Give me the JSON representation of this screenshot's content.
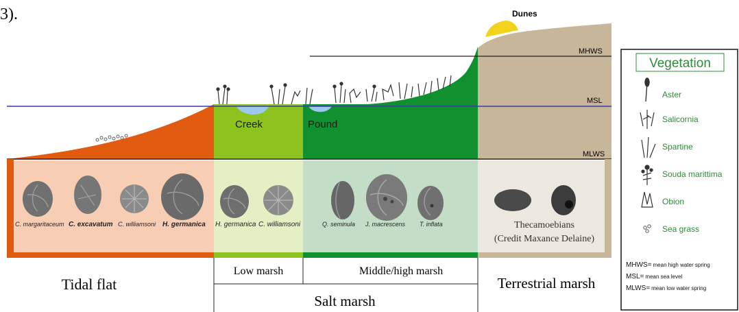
{
  "fragment_text": "3).",
  "levels": {
    "dunes": "Dunes",
    "mhws": "MHWS",
    "msl": "MSL",
    "mlws": "MLWS"
  },
  "water_features": {
    "creek": "Creek",
    "pound": "Pound"
  },
  "zones": [
    {
      "name": "Tidal flat",
      "color": "#e05a10",
      "foram_bg": "#f7cdb4"
    },
    {
      "name": "Low marsh",
      "color": "#8dc21f",
      "foram_bg": "#e5efc4"
    },
    {
      "name": "Middle/high marsh",
      "color": "#10902e",
      "foram_bg": "#c4ddc6"
    },
    {
      "name": "Terrestrial marsh",
      "color": "#c8b69a",
      "foram_bg": "#ece7df"
    }
  ],
  "group_label": "Salt marsh",
  "species": {
    "tidal_flat": [
      "C. margaritaceum",
      "C. excavatum",
      "C. williamsoni",
      "H. germanica"
    ],
    "low_marsh": [
      "H. germanica",
      "C. williamsoni"
    ],
    "middle_high_marsh": [
      "Q. seminula",
      "J. macrescens",
      "T. inflata"
    ],
    "terrestrial": {
      "line1": "Thecamoebians",
      "line2": "(Credit Maxance Delaine)"
    }
  },
  "legend": {
    "title": "Vegetation",
    "items": [
      {
        "label": "Aster",
        "icon": "aster-icon"
      },
      {
        "label": "Salicornia",
        "icon": "salicornia-icon"
      },
      {
        "label": "Spartine",
        "icon": "spartine-icon"
      },
      {
        "label": "Souda marittima",
        "icon": "souda-icon"
      },
      {
        "label": "Obion",
        "icon": "obion-icon"
      },
      {
        "label": "Sea grass",
        "icon": "seagrass-icon"
      }
    ],
    "abbreviations": [
      {
        "abbr": "MHWS=",
        "text": "mean high water spring"
      },
      {
        "abbr": "MSL=",
        "text": "mean sea level"
      },
      {
        "abbr": "MLWS=",
        "text": "mean low water spring"
      }
    ]
  },
  "colors": {
    "msl_line": "#3a3ab0",
    "legend_text": "#2e8b3a",
    "water": "#9cc9ec",
    "dunes": "#f2d21a",
    "foram": "#707070"
  }
}
